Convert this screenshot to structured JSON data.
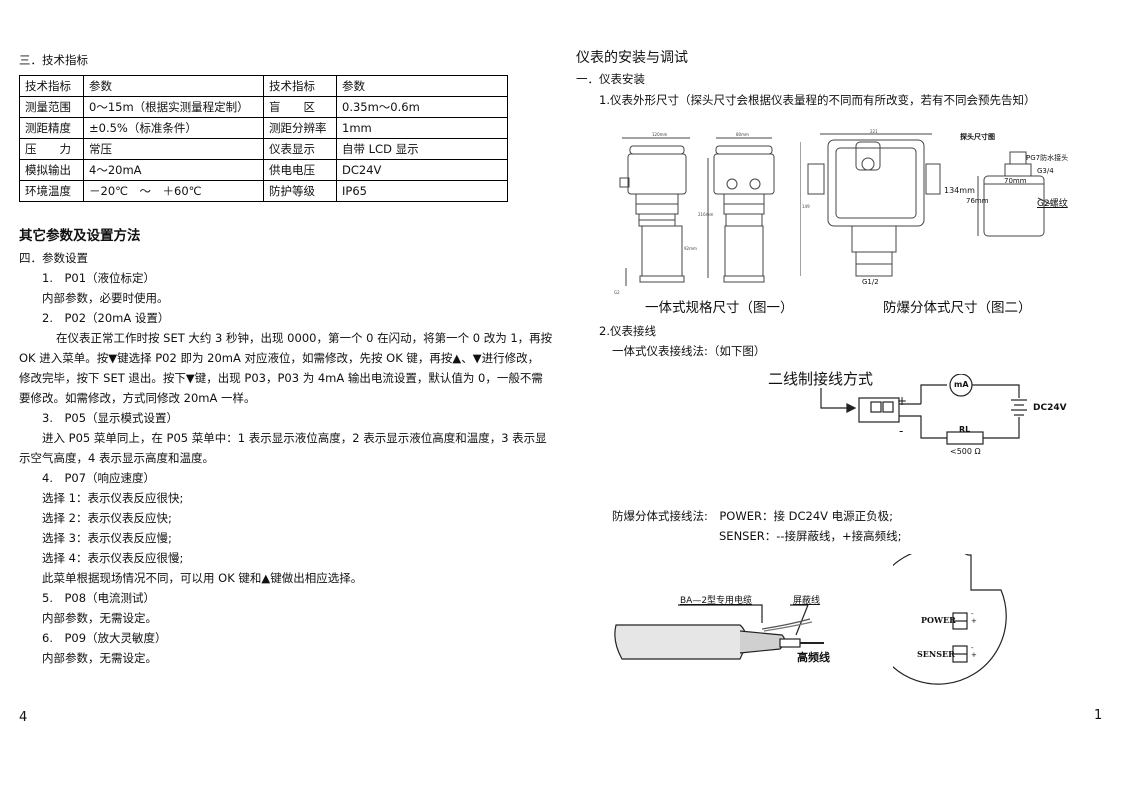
{
  "left": {
    "section3_heading": "三．技术指标",
    "spec_table": {
      "rows": [
        [
          "技术指标",
          "参数",
          "技术指标",
          "参数"
        ],
        [
          "测量范围",
          "0～15m（根据实测量程定制）",
          "盲　　区",
          "0.35m～0.6m"
        ],
        [
          "测距精度",
          "±0.5%（标准条件）",
          "测距分辨率",
          "1mm"
        ],
        [
          "压　　力",
          "常压",
          "仪表显示",
          "自带 LCD 显示"
        ],
        [
          "模拟输出",
          "4～20mA",
          "供电电压",
          "DC24V"
        ],
        [
          "环境温度",
          "－20℃　～　＋60℃",
          "防护等级",
          "IP65"
        ]
      ]
    },
    "other_heading": "其它参数及设置方法",
    "section4_heading": "四．参数设置",
    "lines": [
      "1.　P01（液位标定）",
      "内部参数，必要时使用。",
      "2.　P02（20mA 设置）",
      "在仪表正常工作时按 SET 大约 3 秒钟，出现 0000，第一个 0 在闪动，将第一个 0 改为 1，再按",
      "OK 进入菜单。按▼键选择 P02 即为 20mA 对应液位，如需修改，先按 OK 键，再按▲、▼进行修改，",
      "修改完毕，按下 SET 退出。按下▼键，出现 P03，P03 为 4mA 输出电流设置，默认值为 0，一般不需",
      "要修改。如需修改，方式同修改 20mA 一样。",
      "3.　P05（显示模式设置）",
      "进入 P05 菜单同上，在 P05 菜单中：1 表示显示液位高度，2 表示显示液位高度和温度，3 表示显",
      "示空气高度，4 表示显示高度和温度。",
      "4.　P07（响应速度）",
      "选择 1：表示仪表反应很快;",
      "选择 2：表示仪表反应快;",
      "选择 3：表示仪表反应慢;",
      "选择 4：表示仪表反应很慢;",
      "此菜单根据现场情况不同，可以用 OK 键和▲键做出相应选择。",
      "5.　P08（电流测试）",
      "内部参数，无需设定。",
      "6.　P09（放大灵敏度）",
      "内部参数，无需设定。"
    ],
    "page_number": "4"
  },
  "right": {
    "title": "仪表的安装与调试",
    "section1": "一．仪表安装",
    "item1": "1.仪表外形尺寸（探头尺寸会根据仪表量程的不同而有所改变，若有不同会预先告知）",
    "fig1_caption": "一体式规格尺寸（图一）",
    "fig2_caption": "防爆分体式尺寸（图二）",
    "fig2_probe_title": "探头尺寸图",
    "fig2_pg7": "PG7防水接头",
    "fig2_g34": "G3/4",
    "fig2_70mm": "70mm",
    "fig2_134mm": "134mm",
    "fig2_76mm": "76mm",
    "fig2_g2": "G2螺纹",
    "fig2_g12": "G1/2",
    "item2": "2.仪表接线",
    "wiring_integrated": "一体式仪表接线法:（如下图）",
    "two_wire_title": "二线制接线方式",
    "ma_label": "mA",
    "dc24v": "DC24V",
    "rl_label": "RL",
    "rl_value": "<500 Ω",
    "plus": "+",
    "minus": "-",
    "explosion_wiring_1": "防爆分体式接线法:　POWER：接 DC24V 电源正负极;",
    "explosion_wiring_2": "SENSER：--接屏蔽线，+接高频线;",
    "cable_label": "BA—2型专用电缆",
    "shield_label": "屏蔽线",
    "hf_label": "高频线",
    "power_label": "POWER",
    "senser_label": "SENSER",
    "page_number": "1"
  }
}
